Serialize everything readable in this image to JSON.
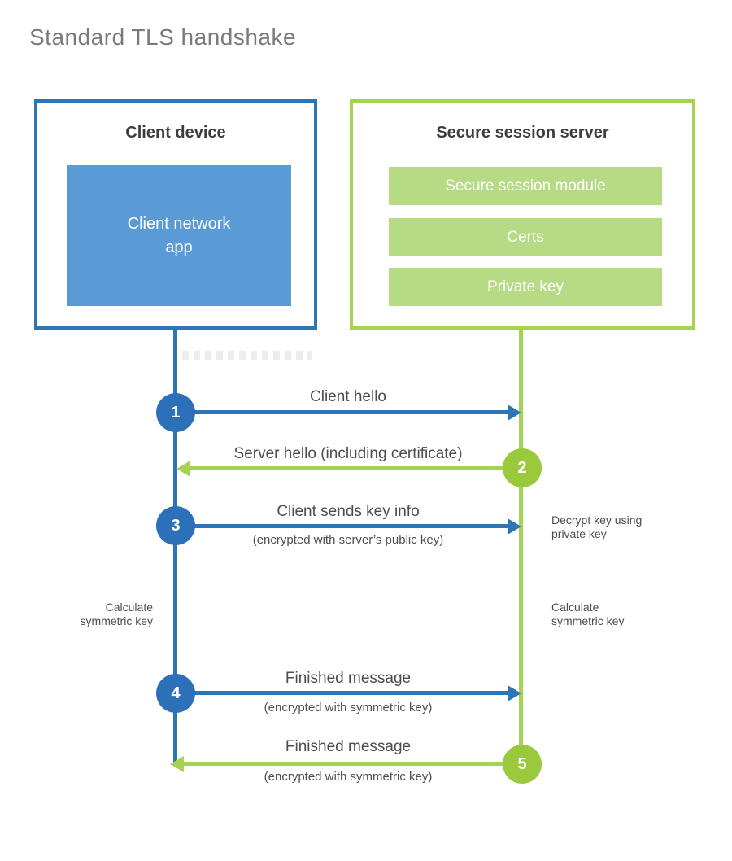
{
  "title": "Standard TLS handshake",
  "colors": {
    "blue_line": "#2e75b6",
    "blue_fill": "#5b9bd5",
    "blue_circle": "#2b70b8",
    "green_line": "#a6d253",
    "green_fill": "#b7da85",
    "green_circle": "#9aca3c"
  },
  "client": {
    "title": "Client device",
    "app_label": "Client network\napp"
  },
  "server": {
    "title": "Secure session server",
    "modules": [
      "Secure session module",
      "Certs",
      "Private key"
    ]
  },
  "messages": [
    {
      "step": "1",
      "from": "client",
      "to": "server",
      "label": "Client hello",
      "sublabel": ""
    },
    {
      "step": "2",
      "from": "server",
      "to": "client",
      "label": "Server hello (including certificate)",
      "sublabel": ""
    },
    {
      "step": "3",
      "from": "client",
      "to": "server",
      "label": "Client sends key info",
      "sublabel": "(encrypted with server’s public key)"
    },
    {
      "step": "4",
      "from": "client",
      "to": "server",
      "label": "Finished message",
      "sublabel": "(encrypted with symmetric key)"
    },
    {
      "step": "5",
      "from": "server",
      "to": "client",
      "label": "Finished message",
      "sublabel": "(encrypted with symmetric key)"
    }
  ],
  "notes": {
    "decrypt": "Decrypt key using\nprivate key",
    "calc_left": "Calculate\nsymmetric key",
    "calc_right": "Calculate\nsymmetric key"
  }
}
